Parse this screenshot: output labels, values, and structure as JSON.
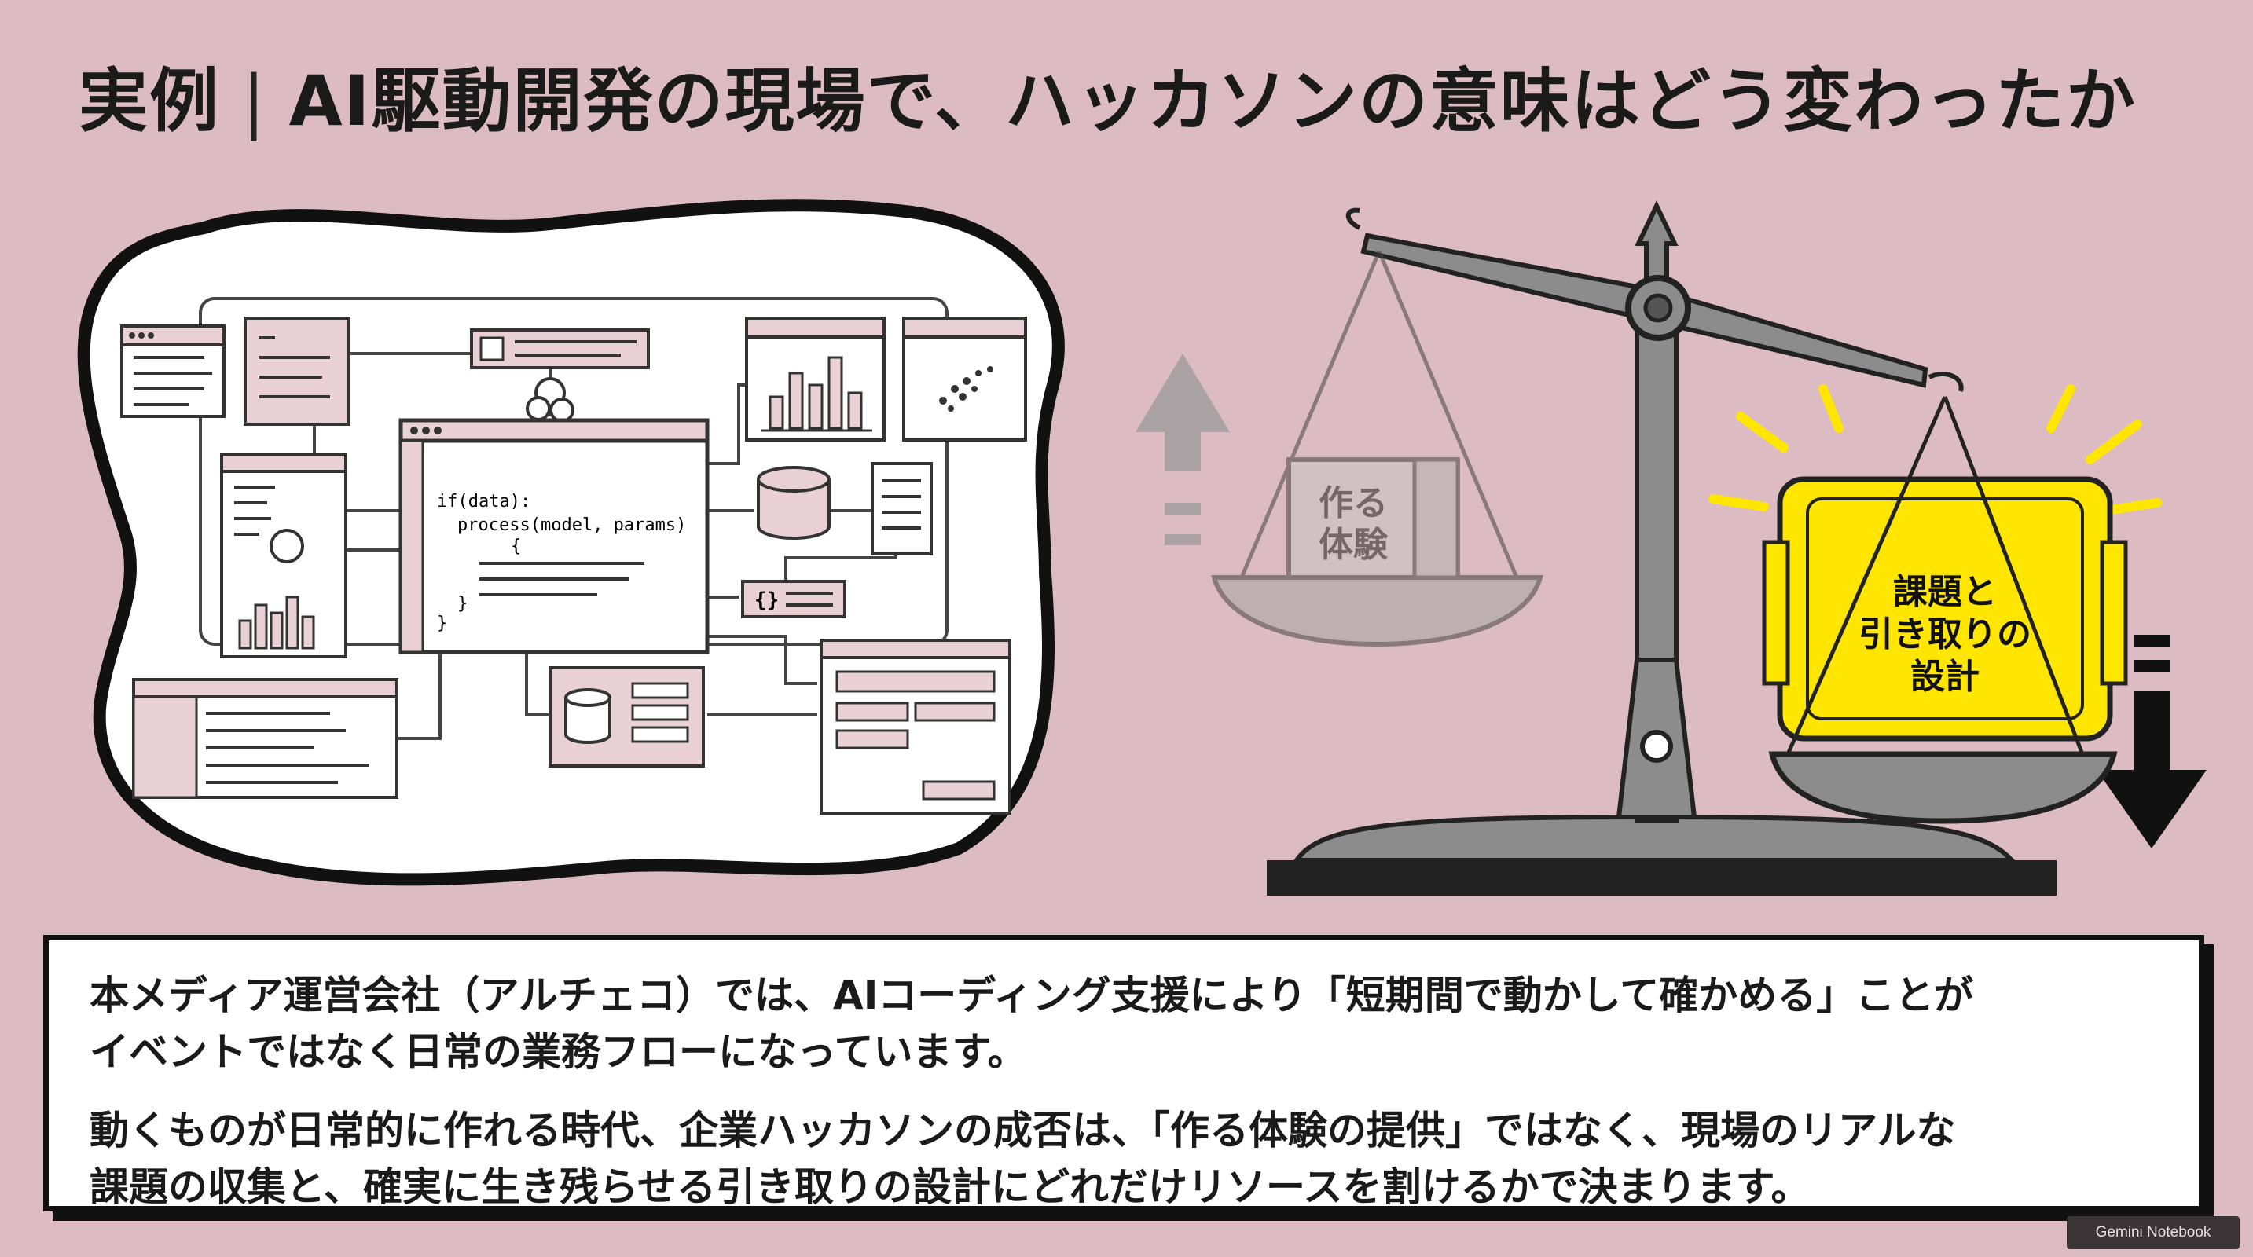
{
  "title": {
    "prefix": "実例",
    "separator": "|",
    "main": "AI駆動開発の現場で、ハッカソンの意味はどう変わったか"
  },
  "code_panel": {
    "code_lines": [
      "if(data):",
      "process(model, params)",
      "{",
      "}",
      "}"
    ]
  },
  "scale": {
    "left_box_label_line1": "作る",
    "left_box_label_line2": "体験",
    "right_box_label_line1": "課題と",
    "right_box_label_line2": "引き取りの",
    "right_box_label_line3": "設計",
    "highlight_color": "#ffe600"
  },
  "body": {
    "para1_line1": "本メディア運営会社（アルチェコ）では、AIコーディング支援により「短期間で動かして確かめる」ことが",
    "para1_line2": "イベントではなく日常の業務フローになっています。",
    "para2_line1": "動くものが日常的に作れる時代、企業ハッカソンの成否は、「作る体験の提供」ではなく、現場のリアルな",
    "para2_line2": "課題の収集と、確実に生き残らせる引き取りの設計にどれだけリソースを割けるかで決まります。"
  },
  "watermark": {
    "label": "Gemini Notebook"
  }
}
